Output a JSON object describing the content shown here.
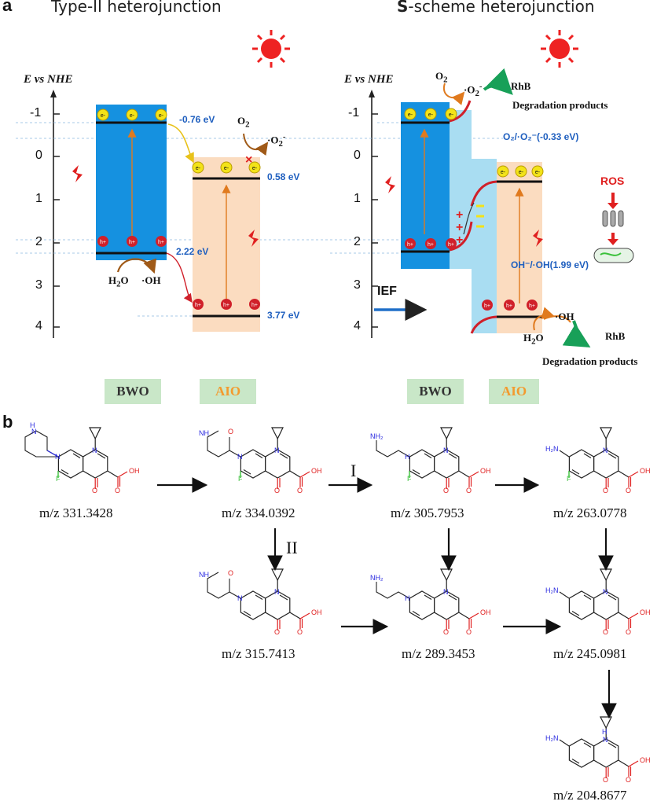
{
  "panel_a": {
    "letter": "a",
    "left_title": "Type-II heterojunction",
    "right_title_prefix": "S",
    "right_title_rest": "-scheme heterojunction",
    "left_axis_title": "E vs NHE",
    "right_axis_title": "E vs NHE",
    "ticks": [
      "-1",
      "0",
      "1",
      "2",
      "3",
      "4"
    ],
    "left_labels": {
      "cb_bwo": "-0.76 eV",
      "cb_aio": "0.58 eV",
      "vb_bwo": "2.22 eV",
      "vb_aio": "3.77 eV",
      "o2": "O",
      "o2_sub": "2",
      "o2_radical": "·O",
      "o2_radical_sub": "2",
      "o2_radical_sup": "-",
      "h2o": "H",
      "h2o_sub": "2",
      "h2o_end": "O",
      "oh": "·OH"
    },
    "right_labels": {
      "o2": "O",
      "o2_sub": "2",
      "o2_radical": "·O",
      "o2_radical_sub": "2",
      "o2_radical_sup": "-",
      "rhb_top": "RhB",
      "degradation_top": "Degradation products",
      "o2_potential": "O₂/·O₂⁻(-0.33 eV)",
      "ros": "ROS",
      "oh_potential": "OH⁻/·OH(1.99 eV)",
      "ief": "IEF",
      "oh": "·OH",
      "h2o": "H",
      "h2o_sub": "2",
      "h2o_end": "O",
      "rhb_bottom": "RhB",
      "degradation_bottom": "Degradation products"
    },
    "electron": "e⁻",
    "hole": "h⁺",
    "legend": [
      {
        "label": "BWO",
        "color": "#333333"
      },
      {
        "label": "AIO",
        "color": "#f39a2e"
      },
      {
        "label": "BWO",
        "color": "#333333"
      },
      {
        "label": "AIO",
        "color": "#f39a2e"
      }
    ]
  },
  "panel_b": {
    "letter": "b",
    "masses": [
      "m/z 331.3428",
      "m/z 334.0392",
      "m/z 305.7953",
      "m/z 263.0778",
      "m/z 315.7413",
      "m/z 289.3453",
      "m/z 245.0981",
      "m/z 204.8677"
    ],
    "pathway_I": "I",
    "pathway_II": "II",
    "atoms": {
      "N": "N",
      "NH": "NH",
      "NH2": "NH₂",
      "H2N": "H₂N",
      "H": "H",
      "F": "F",
      "O": "O",
      "OH": "OH"
    }
  },
  "colors": {
    "bwo_blue": "#1591e0",
    "aio_peach": "#fbdcc0",
    "light_blue": "#a9ddf2",
    "electron": "#f3e318",
    "hole": "#d0202a",
    "sun": "#ee2222",
    "ev_blue": "#1f5fbf",
    "nitrogen": "#2a2ae0",
    "oxygen": "#e02020",
    "fluorine": "#3bc13b"
  }
}
